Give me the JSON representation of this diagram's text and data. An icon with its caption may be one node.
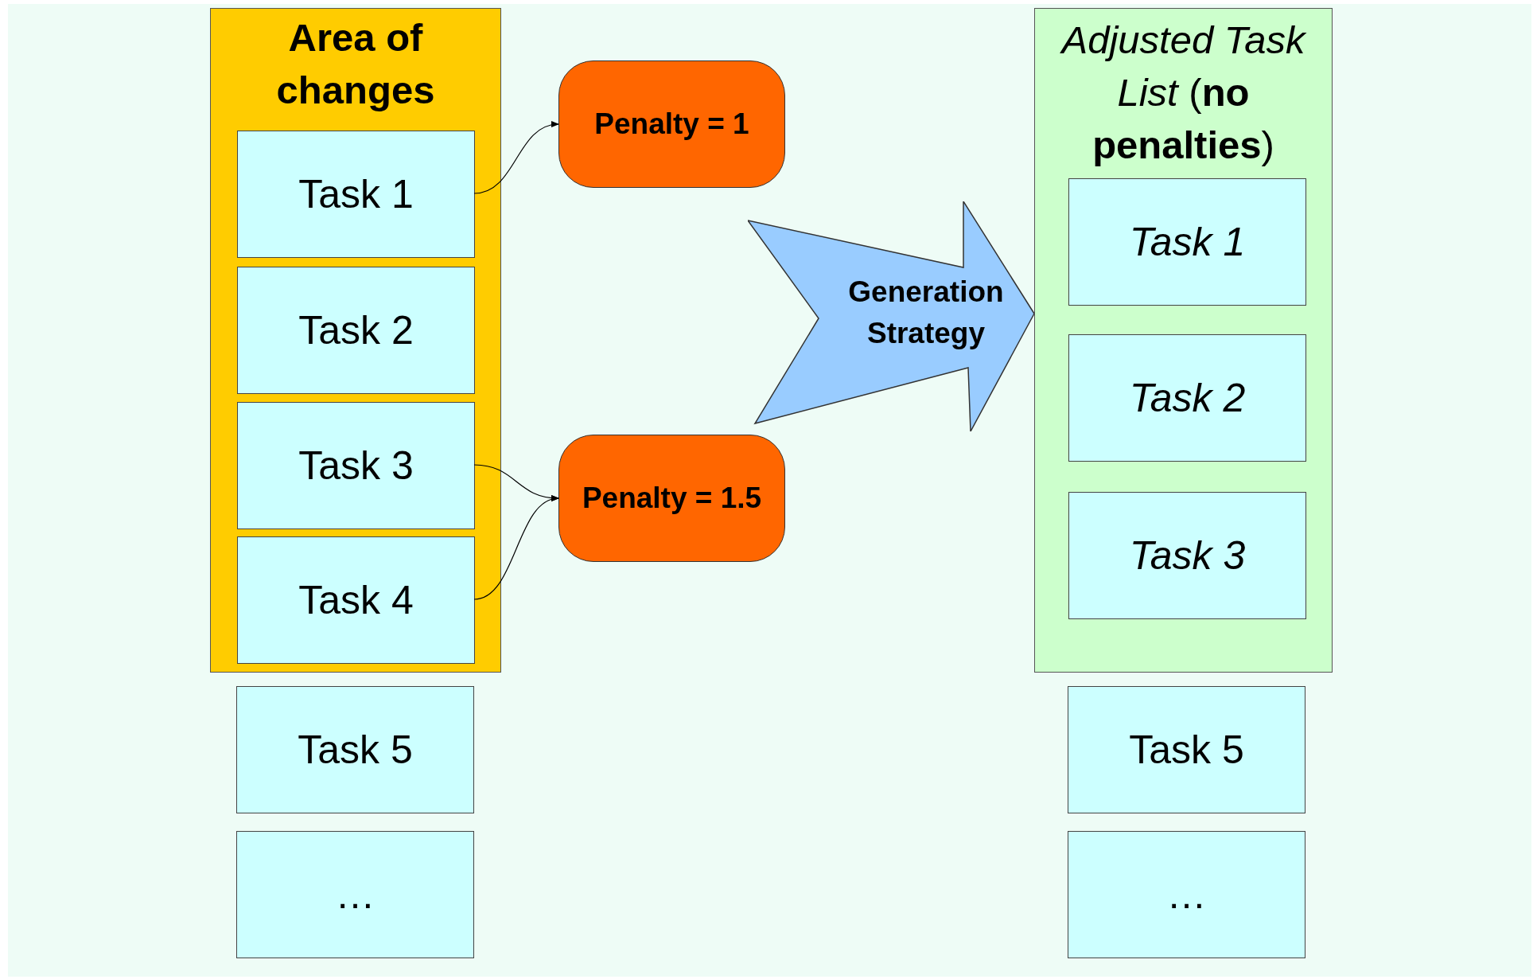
{
  "diagram": {
    "nodes": [
      {
        "text": [
          "Area of changes"
        ]
      },
      {
        "text": [
          "Task 1"
        ],
        "in": 0
      },
      {
        "text": [
          "Task 2"
        ],
        "in": 0
      },
      {
        "text": [
          "Task 3"
        ],
        "in": 0
      },
      {
        "text": [
          "Task 4"
        ],
        "in": 0
      },
      {
        "text": [
          "Penalty = 1"
        ]
      },
      {
        "text": [
          "Penalty = 1.5"
        ]
      },
      {
        "text": [
          "Task 5"
        ]
      },
      {
        "text": [
          "…"
        ]
      },
      {
        "text": [
          "Generation Strategy"
        ]
      },
      {
        "text": [
          "*Adjusted Task List* (**no penalties**)"
        ]
      },
      {
        "text": [
          "Task 1"
        ],
        "in": 10
      },
      {
        "text": [
          "Task 2"
        ],
        "in": 10
      },
      {
        "text": [
          "Task 3"
        ],
        "in": 10
      },
      {
        "text": [
          "Task 5"
        ]
      },
      {
        "text": [
          "…"
        ]
      }
    ],
    "edges": [
      {
        "from": 1,
        "to": 5,
        "arrow": "to"
      },
      {
        "from": 3,
        "to": 6,
        "arrow": "to"
      },
      {
        "from": 4,
        "to": 6,
        "arrow": "to"
      }
    ]
  }
}
